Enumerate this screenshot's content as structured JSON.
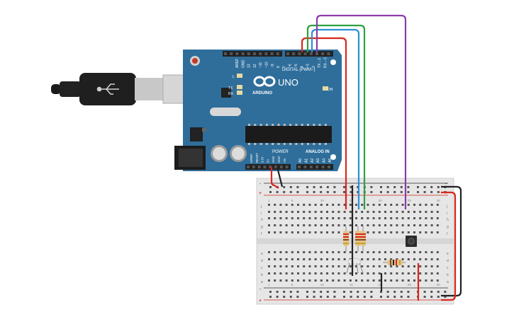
{
  "board": {
    "brand": "ARDUINO",
    "model": "UNO",
    "digital_label": "DIGITAL (PWM~)",
    "analog_label": "ANALOG IN",
    "power_label": "POWER",
    "on_label": "ON",
    "tx_label": "TX",
    "rx_label": "RX",
    "l_label": "L",
    "top_pin_labels": [
      "AREF",
      "GND",
      "13",
      "12",
      "~11",
      "~10",
      "~9",
      "8",
      "7",
      "~6",
      "~5",
      "4",
      "~3",
      "2",
      "TX→1",
      "RX←0"
    ],
    "power_pin_labels": [
      "IOREF",
      "RESET",
      "3.3V",
      "5V",
      "GND",
      "GND",
      "Vin"
    ],
    "analog_pin_labels": [
      "A0",
      "A1",
      "A2",
      "A3",
      "A4",
      "A5"
    ]
  },
  "breadboard": {
    "rail_plus": "+",
    "rail_minus": "-",
    "row_letters_top": [
      "j",
      "i",
      "h",
      "g",
      "f"
    ],
    "row_letters_bottom": [
      "e",
      "d",
      "c",
      "b",
      "a"
    ],
    "column_numbers": [
      "1",
      "5",
      "10",
      "15",
      "20",
      "25",
      "30"
    ]
  },
  "colors": {
    "board": "#2f6e9b",
    "header": "#222222",
    "breadboard": "#e6e6e6",
    "wire_red": "#d9261c",
    "wire_green": "#2ea043",
    "wire_blue": "#2b8fd6",
    "wire_purple": "#8a3ca8",
    "wire_black": "#222222"
  }
}
